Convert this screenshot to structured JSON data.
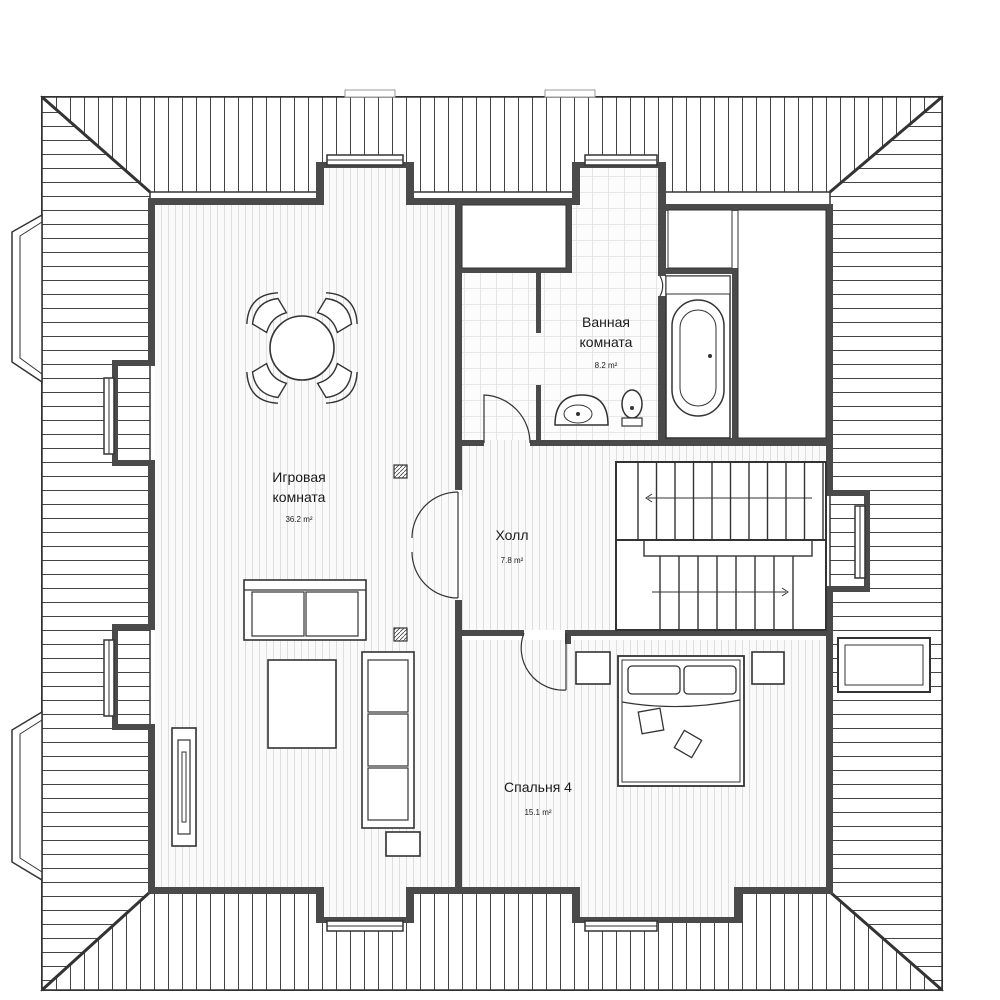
{
  "plan": {
    "rooms": [
      {
        "id": "game-room",
        "name_line1": "Игровая",
        "name_line2": "комната",
        "area": "36.2 m²"
      },
      {
        "id": "bathroom",
        "name_line1": "Ванная",
        "name_line2": "комната",
        "area": "8.2 m²"
      },
      {
        "id": "hall",
        "name_line1": "Холл",
        "area": "7.8 m²"
      },
      {
        "id": "bedroom-4",
        "name_line1": "Спальня 4",
        "area": "15.1 m²"
      }
    ]
  }
}
